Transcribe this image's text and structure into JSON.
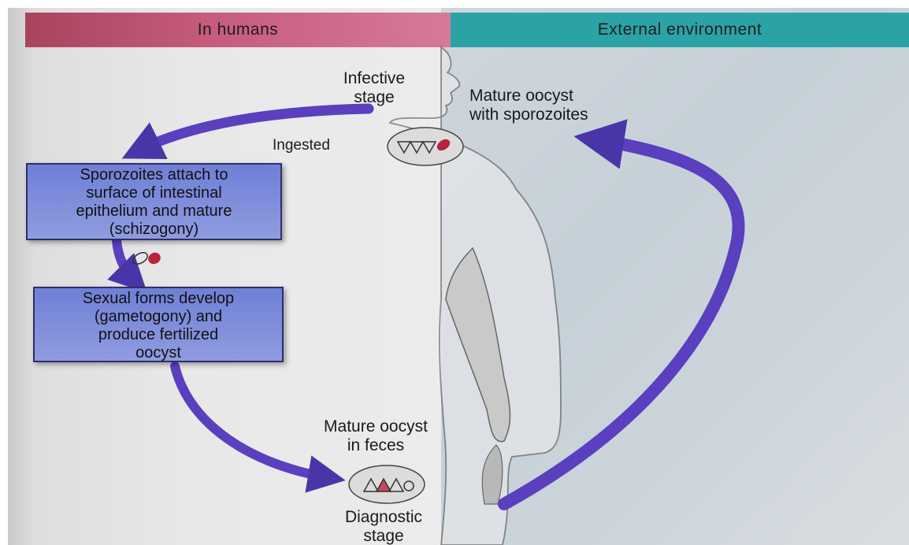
{
  "headers": {
    "left": "In humans",
    "right": "External environment"
  },
  "labels": {
    "infective": "Infective\nstage",
    "mature_oocyst_sporozoites": "Mature oocyst\nwith sporozoites",
    "ingested": "Ingested",
    "mature_oocyst_feces": "Mature oocyst\nin feces",
    "diagnostic": "Diagnostic\nstage"
  },
  "steps": [
    "Sporozoites attach to\nsurface of intestinal\nepithelium and mature\n(schizogony)",
    "Sexual forms develop\n(gametogony) and\nproduce fertilized\noocyst"
  ],
  "colors": {
    "left_header": "#c75c7e",
    "right_header": "#2ba3a6",
    "arrow": "#5a3fbf",
    "step_box": "#7f8ddb"
  }
}
